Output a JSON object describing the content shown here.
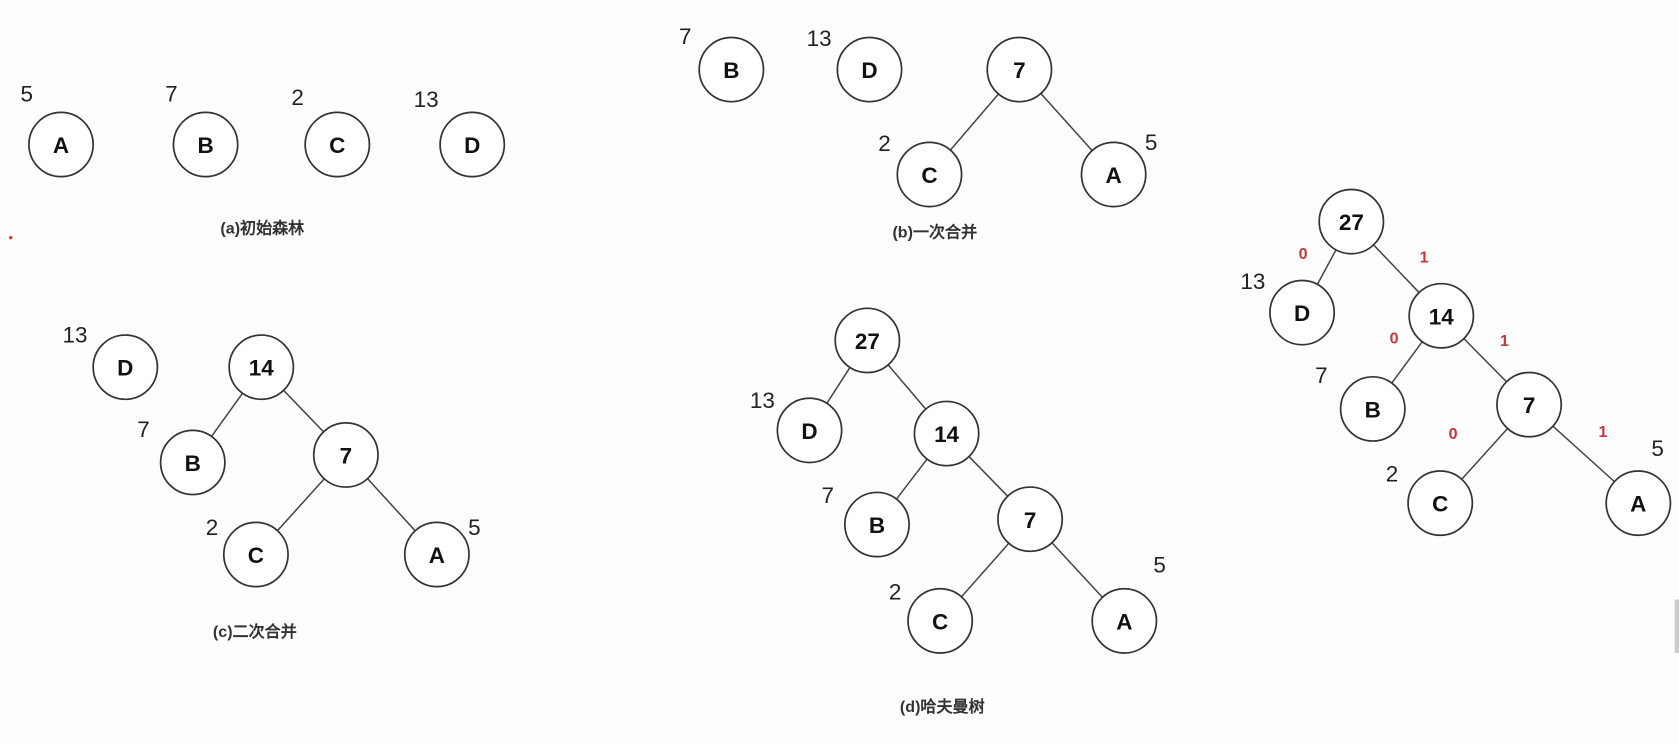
{
  "panels": [
    {
      "id": "a",
      "caption": "(a)初始森林",
      "nodes": [
        {
          "id": "A",
          "label": "A",
          "weight": "5"
        },
        {
          "id": "B",
          "label": "B",
          "weight": "7"
        },
        {
          "id": "C",
          "label": "C",
          "weight": "2"
        },
        {
          "id": "D",
          "label": "D",
          "weight": "13"
        }
      ],
      "edges": []
    },
    {
      "id": "b",
      "caption": "(b)一次合并",
      "nodes": [
        {
          "id": "B",
          "label": "B",
          "weight": "7"
        },
        {
          "id": "D",
          "label": "D",
          "weight": "13"
        },
        {
          "id": "n7",
          "label": "7"
        },
        {
          "id": "C",
          "label": "C",
          "weight": "2"
        },
        {
          "id": "A",
          "label": "A",
          "weight": "5"
        }
      ],
      "edges": [
        [
          "n7",
          "C"
        ],
        [
          "n7",
          "A"
        ]
      ]
    },
    {
      "id": "c",
      "caption": "(c)二次合并",
      "nodes": [
        {
          "id": "D",
          "label": "D",
          "weight": "13"
        },
        {
          "id": "n14",
          "label": "14"
        },
        {
          "id": "B",
          "label": "B",
          "weight": "7"
        },
        {
          "id": "n7",
          "label": "7"
        },
        {
          "id": "C",
          "label": "C",
          "weight": "2"
        },
        {
          "id": "A",
          "label": "A",
          "weight": "5"
        }
      ],
      "edges": [
        [
          "n14",
          "B"
        ],
        [
          "n14",
          "n7"
        ],
        [
          "n7",
          "C"
        ],
        [
          "n7",
          "A"
        ]
      ]
    },
    {
      "id": "d",
      "caption": "(d)哈夫曼树",
      "nodes": [
        {
          "id": "n27",
          "label": "27"
        },
        {
          "id": "D",
          "label": "D",
          "weight": "13"
        },
        {
          "id": "n14",
          "label": "14"
        },
        {
          "id": "B",
          "label": "B",
          "weight": "7"
        },
        {
          "id": "n7",
          "label": "7"
        },
        {
          "id": "C",
          "label": "C",
          "weight": "2"
        },
        {
          "id": "A",
          "label": "A",
          "weight": "5"
        }
      ],
      "edges": [
        [
          "n27",
          "D"
        ],
        [
          "n27",
          "n14"
        ],
        [
          "n14",
          "B"
        ],
        [
          "n14",
          "n7"
        ],
        [
          "n7",
          "C"
        ],
        [
          "n7",
          "A"
        ]
      ]
    },
    {
      "id": "e",
      "caption": "",
      "nodes": [
        {
          "id": "n27",
          "label": "27"
        },
        {
          "id": "D",
          "label": "D",
          "weight": "13"
        },
        {
          "id": "n14",
          "label": "14"
        },
        {
          "id": "B",
          "label": "B",
          "weight": "7"
        },
        {
          "id": "n7",
          "label": "7"
        },
        {
          "id": "C",
          "label": "C",
          "weight": "2"
        },
        {
          "id": "A",
          "label": "A",
          "weight": "5"
        }
      ],
      "edges": [
        [
          "n27",
          "D",
          "0"
        ],
        [
          "n27",
          "n14",
          "1"
        ],
        [
          "n14",
          "B",
          "0"
        ],
        [
          "n14",
          "n7",
          "1"
        ],
        [
          "n7",
          "C",
          "0"
        ],
        [
          "n7",
          "A",
          "1"
        ]
      ]
    }
  ],
  "colors": {
    "edge_code": "#c0393b",
    "stroke": "#333333"
  }
}
